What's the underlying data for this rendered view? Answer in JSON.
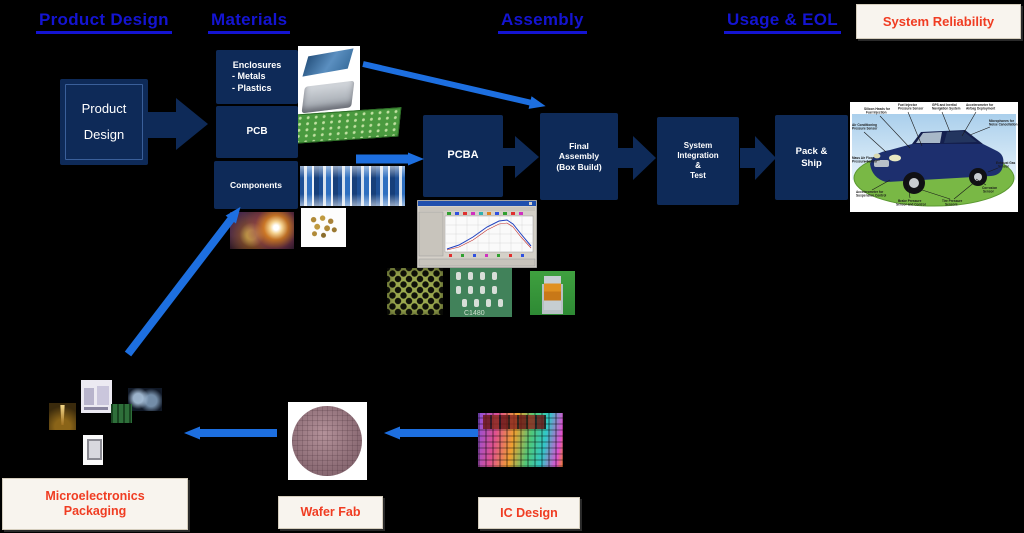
{
  "headers": {
    "product_design": "Product Design",
    "materials": "Materials",
    "assembly": "Assembly",
    "usage_eol": "Usage & EOL",
    "system_reliability": "System Reliability"
  },
  "flow": {
    "product_design": {
      "line1": "Product",
      "line2": "Design"
    },
    "enclosures": {
      "title": "Enclosures",
      "item1": "- Metals",
      "item2": "- Plastics"
    },
    "pcb": "PCB",
    "components": "Components",
    "pcba": "PCBA",
    "final_assembly": {
      "line1": "Final",
      "line2": "Assembly",
      "line3": "(Box Build)"
    },
    "system_integration": {
      "line1": "System",
      "line2": "Integration",
      "line3": "&",
      "line4": "Test"
    },
    "pack_ship": {
      "line1": "Pack &",
      "line2": "Ship"
    }
  },
  "bottom": {
    "microelectronics_packaging": {
      "line1": "Microelectronics",
      "line2": "Packaging"
    },
    "wafer_fab": "Wafer Fab",
    "ic_design": "IC Design"
  },
  "photos": {
    "pads_text": "C1480"
  },
  "car": {
    "labels": [
      {
        "l1": "Silicon Heads for",
        "l2": "Fuel Injection"
      },
      {
        "l1": "Fuel Injector",
        "l2": "Pressure Sensor"
      },
      {
        "l1": "GPS and Inertial",
        "l2": "Navigation System"
      },
      {
        "l1": "Accelerometer for",
        "l2": "Airbag Deployment"
      },
      {
        "l1": "Microphones for",
        "l2": "Noise Cancellation"
      },
      {
        "l1": "Exhaust Gas",
        "l2": "Sensor"
      },
      {
        "l1": "Corrosion",
        "l2": "Sensor"
      },
      {
        "l1": "Tire Pressure",
        "l2": "Sensors"
      },
      {
        "l1": "Brake Pressure",
        "l2": "Sensor and Control"
      },
      {
        "l1": "Accelerometer for",
        "l2": "Suspension Control"
      },
      {
        "l1": "Mass Air Flow",
        "l2": "Pressure Sensor"
      },
      {
        "l1": "Air Conditioning",
        "l2": "Pressure Sensor"
      }
    ]
  },
  "colors": {
    "background": "#000000",
    "box_navy": "#0e2a58",
    "arrow_blue": "#1d6fe0",
    "header_blue": "#1414d2",
    "label_red": "#f03c22",
    "badge_bg": "#f8f4ee"
  }
}
